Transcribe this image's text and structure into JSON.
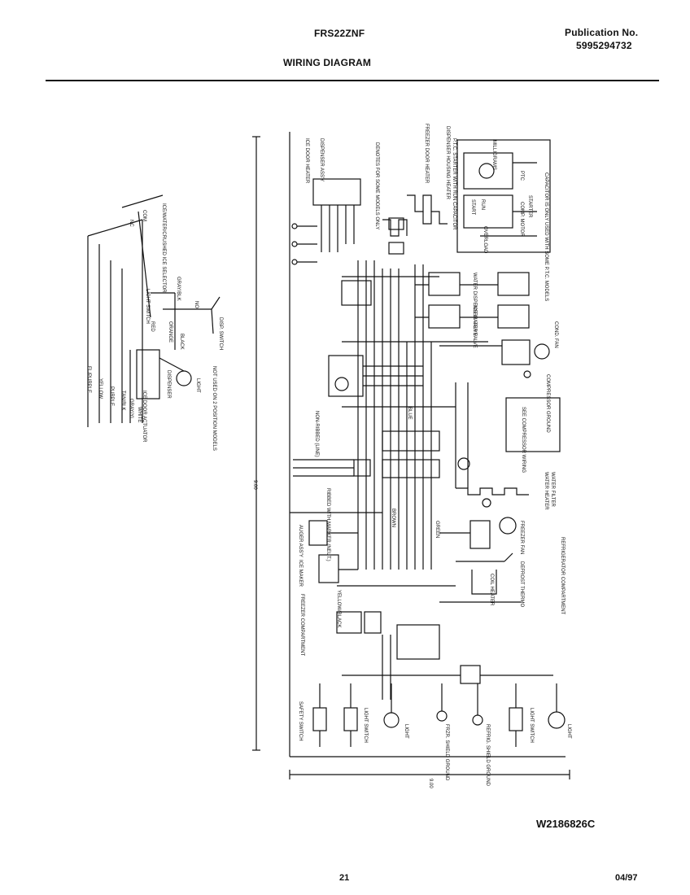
{
  "header": {
    "model": "FRS22ZNF",
    "title": "WIRING DIAGRAM",
    "publication_label": "Publication No.",
    "publication_number": "5995294732"
  },
  "footer": {
    "document_code": "W2186826C",
    "page_number": "21",
    "date": "04/97"
  },
  "labels": {
    "ice_door_heater": "ICE DOOR HEATER",
    "dispenser_assy": "DISPENSER ASS'Y",
    "denotes_for": "DENOTES FOR SOME MODELS ONLY",
    "freezer_door_heater": "FREEZER DOOR HEATER",
    "dispenser_heater": "DISPENSER HOUSING HEATER",
    "ptc_starter": "P.T.C. STARTER WITH RUN CAPACITOR",
    "milligrams": "MILLIGRAMS",
    "run": "RUN",
    "ptc": "PTC",
    "starter": "STARTER",
    "start": "START",
    "run2": "RUN",
    "comp_motor": "COMP. MOTOR",
    "overload": "OVERLOAD",
    "capacitor_note": "CAPACITOR IS ONLY USED WITH SOME P.T.C. MODELS",
    "water_dispenser_valve": "WATER DISPENSER VALVE",
    "ice_water_valve": "ICE WATER VALVE",
    "cond_fan": "COND. FAN",
    "comp_ground": "COMPRESSOR GROUND",
    "see_compressor": "SEE COMPRESSOR WIRING",
    "water_heater": "WATER HEATER",
    "water_filter": "WATER FILTER",
    "freezer_fan": "FREEZER FAN",
    "defrost_thermo": "DEFROST THERMO",
    "refrigerator_compartment": "REFRIGERATOR COMPARTMENT",
    "freezer_compartment": "FREEZER COMPARTMENT",
    "auger_assy": "AUGER ASS'Y",
    "ice_maker": "ICE MAKER",
    "ribbed_with_marker": "RIBBED WITH MARKER (NEUT.)",
    "non_ribbed": "NON-RIBBED (LINE)",
    "safety_switch": "SAFETY SWITCH",
    "light_switch": "LIGHT SWITCH",
    "light": "LIGHT",
    "frzr_shield_ground": "FRZR. SHIELD GROUND",
    "refrig_shield_ground": "REFRIG. SHIELD GROUND",
    "light_switch2": "LIGHT SWITCH",
    "light2": "LIGHT",
    "ice_water_crushed": "ICE/WATER/CRUSHED ICE SELECTOR",
    "com": "COM",
    "nc": "NC",
    "no": "NO",
    "disp_switch": "DISP. SWITCH",
    "light_switch3": "LIGHT SWITCH",
    "ice_door_actuator": "ICE DOOR ACTUATOR",
    "dispenser": "DISPENSER",
    "light3": "LIGHT",
    "not_used": "NOT USED ON 2 POSITION MODELS",
    "el_purple": "EL/PURPLE",
    "yellow": "YELLOW",
    "purple": "PURPLE",
    "tan_blk": "TAN/BLK",
    "gray_yl": "GRAY/YL",
    "white": "WHITE",
    "red": "RED",
    "orange": "ORANGE",
    "black": "BLACK",
    "gray_blk": "GRAY/BLK",
    "blue": "BLUE",
    "brown": "BROWN",
    "green": "GREEN",
    "yellow_black": "YELLOW/BLACK",
    "coil_heater": "COIL HEATER",
    "dim_left": "9.00",
    "dim_bottom": "9.00"
  },
  "colors": {
    "ink": "#111111",
    "paper": "#ffffff"
  }
}
